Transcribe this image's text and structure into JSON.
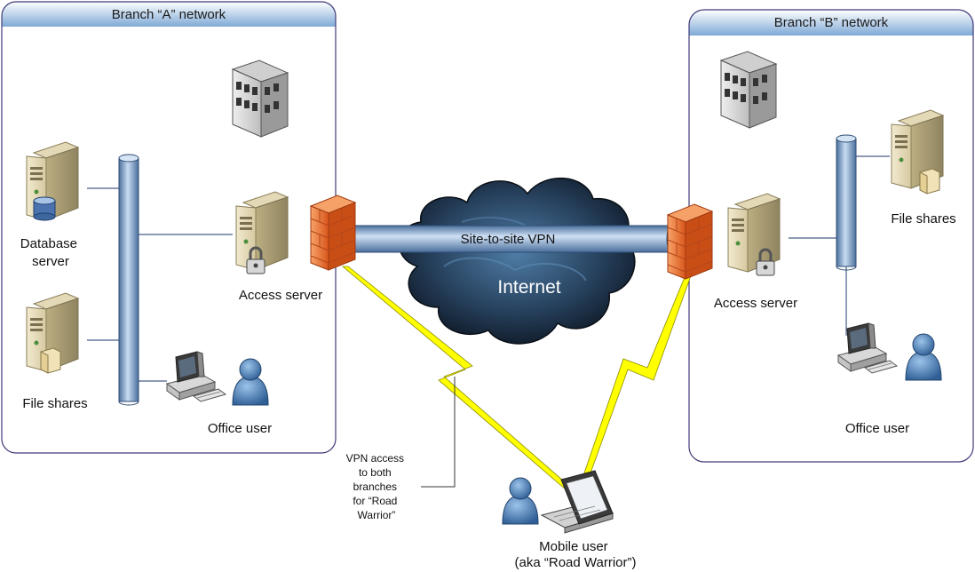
{
  "branch_a": {
    "title": "Branch “A” network",
    "database_server": [
      "Database",
      "server"
    ],
    "file_shares": "File shares",
    "access_server": "Access server",
    "office_user": "Office user"
  },
  "branch_b": {
    "title": "Branch “B” network",
    "file_shares": "File shares",
    "access_server": "Access server",
    "office_user": "Office user"
  },
  "internet": {
    "label": "Internet",
    "tunnel_label": "Site-to-site VPN"
  },
  "vpn_note": [
    "VPN access",
    "to both",
    "branches",
    "for “Road",
    "Warrior”"
  ],
  "mobile_user": [
    "Mobile user",
    "(aka “Road Warrior”)"
  ],
  "colors": {
    "header_top": "#ffffff",
    "header_bottom": "#7fa9d6",
    "box_border": "#3f3a78",
    "tube": "#7fa0c8",
    "firewall": "#f07a3a",
    "cloud": "#2a3f58",
    "lightning": "#ffff00"
  }
}
